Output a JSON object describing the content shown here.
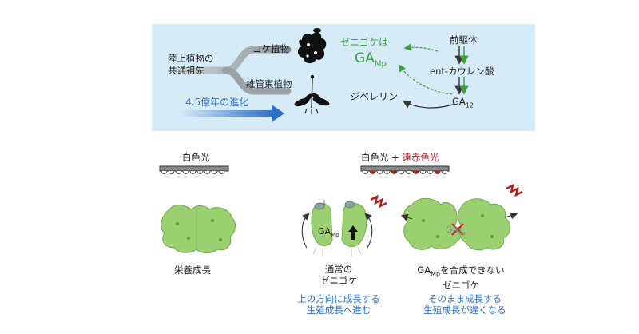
{
  "top_panel": {
    "common_ancestor": "陸上植物の\n共通祖先",
    "evolution_label": "4.5億年の進化",
    "moss_label": "コケ植物",
    "vascular_label": "維管束植物",
    "liverwort_label": "ゼニゴケは",
    "ga_mp_main": "GA",
    "ga_mp_sub": "Mp",
    "precursor": "前駆体",
    "ent_kaurenoic": "ent-カウレン酸",
    "ga12_main": "GA",
    "ga12_sub": "12",
    "gibberellin": "ジベレリン"
  },
  "bottom": {
    "white_light": "白色光",
    "white_light2": "白色光",
    "plus": "+",
    "far_red": "遠赤色光",
    "vegetative_growth": "栄養成長",
    "normal_line1": "通常の",
    "normal_line2": "ゼニゴケ",
    "normal_result_line1": "上の方向に成長する",
    "normal_result_line2": "生殖成長へ進む",
    "ga_in_plant_main": "GA",
    "ga_in_plant_sub": "Mp",
    "ga_blocked_main": "GA",
    "ga_blocked_sub": "Mp",
    "mutant_main": "GA",
    "mutant_sub": "Mp",
    "mutant_rest": "を合成できない",
    "mutant_line2": "ゼニゴケ",
    "mutant_result_line1": "そのまま成長する",
    "mutant_result_line2": "生殖成長が遅くなる"
  },
  "colors": {
    "panel_bg": "#d5ebf8",
    "thallus": "#9bd070",
    "accent_green": "#3d9b3a",
    "accent_blue": "#2f6fc9",
    "accent_red": "#b81c1c"
  }
}
